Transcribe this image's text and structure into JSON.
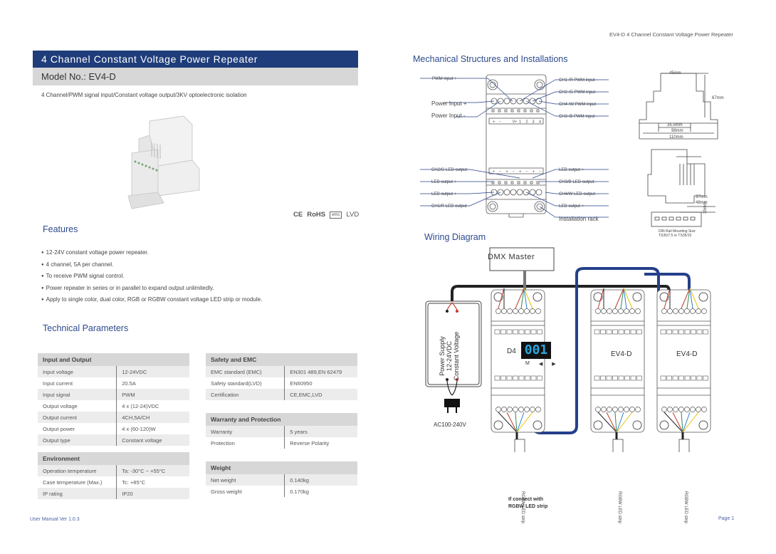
{
  "header": {
    "running_title": "EV4-D   4 Channel Constant Voltage Power Repeater"
  },
  "product": {
    "title": "4 Channel Constant Voltage Power Repeater",
    "model": "Model No.: EV4-D",
    "subtitle": "4 Channel/PWM signal input/Constant voltage output/3KV optoelectronic isolation",
    "certifications": [
      "CE",
      "RoHS",
      "emc",
      "LVD"
    ]
  },
  "features": {
    "heading": "Features",
    "items": [
      "12-24V constant voltage power repeater.",
      "4 channel, 5A per channel.",
      "To receive PWM signal control.",
      "Power repeater in series or in parallel to expand output unlimitedly.",
      "Apply to single color, dual color, RGB or RGBW constant voltage LED strip or module."
    ]
  },
  "technical": {
    "heading": "Technical Parameters",
    "input_output": {
      "title": "Input and Output",
      "rows": [
        [
          "Input voltage",
          "12-24VDC"
        ],
        [
          "Input current",
          "20.5A"
        ],
        [
          "Input signal",
          "PWM"
        ],
        [
          "Output voltage",
          "4 x (12-24)VDC"
        ],
        [
          "Output current",
          "4CH,5A/CH"
        ],
        [
          "Output power",
          "4 x (60-120)W"
        ],
        [
          "Output type",
          "Constant voltage"
        ]
      ]
    },
    "environment": {
      "title": "Environment",
      "rows": [
        [
          "Operation temperature",
          "Ta: -30°C ~ +55°C"
        ],
        [
          "Case temperature (Max.)",
          "Tc: +85°C"
        ],
        [
          "IP rating",
          "IP20"
        ]
      ]
    },
    "safety": {
      "title": "Safety and EMC",
      "rows": [
        [
          "EMC standard (EMC)",
          "EN301 489,EN 62479"
        ],
        [
          "Safety standard(LVD)",
          "EN60950"
        ],
        [
          "Certification",
          "CE,EMC,LVD"
        ]
      ]
    },
    "warranty": {
      "title": "Warranty and Protection",
      "rows": [
        [
          "Warranty",
          "5 years"
        ],
        [
          "Protection",
          "Reverse Polarity"
        ]
      ]
    },
    "weight": {
      "title": "Weight",
      "rows": [
        [
          "Net weight",
          "0.140kg"
        ],
        [
          "Gross weight",
          "0.170kg"
        ]
      ]
    }
  },
  "mechanical": {
    "heading": "Mechanical Structures and Installations",
    "left_labels_top": [
      "PWM input +",
      "Power Input +",
      "Power Input -"
    ],
    "right_labels_top": [
      "CH1 /R PWM input -",
      "CH2 /G PWM input -",
      "CH4 /W PWM input -",
      "CH3 /B PWM input -"
    ],
    "left_labels_bottom": [
      "CH2/G LED output -",
      "LED output +",
      "LED output +",
      "CH1/R LED output -"
    ],
    "right_labels_bottom": [
      "LED output +",
      "CH3/B LED output -",
      "CH4/W LED output -",
      "LED output +",
      "Installation rack"
    ],
    "terminal_top": [
      "+",
      "−",
      "",
      "V+",
      "1",
      "2",
      "3",
      "4"
    ],
    "terminal_bottom": [
      "+",
      "−",
      "+",
      "−",
      "+",
      "−",
      "+",
      "−"
    ],
    "dimensions": {
      "width": "45mm",
      "height": "67mm",
      "d1": "35.5mm",
      "d2": "98mm",
      "d3": "110mm",
      "d4": "37mm",
      "d5": "48mm",
      "rail": "35mm",
      "rail_caption": "DIN Rail Mounting Size TS35/7.5 or TS35/15"
    }
  },
  "wiring": {
    "heading": "Wiring Diagram",
    "dmx_master": "DMX Master",
    "power_supply": [
      "Power Supply",
      "12-24VDC",
      "Constant Voltage"
    ],
    "ac_label": "AC100-240V",
    "controller_label": "D4",
    "display_value": "001",
    "buttons": [
      "M",
      "◀",
      "▶"
    ],
    "repeater_label": "EV4-D",
    "strip_label": "RGBW LED strip",
    "note": [
      "If connect with",
      "RGBW LED strip"
    ]
  },
  "footer": {
    "left": "User Manual Ver 1.0.3",
    "right": "Page 1"
  },
  "colors": {
    "brand_blue": "#1f3d7a",
    "heading_blue": "#2c4a8e",
    "table_header": "#d7d7d7",
    "wire_blue": "#24408a"
  }
}
